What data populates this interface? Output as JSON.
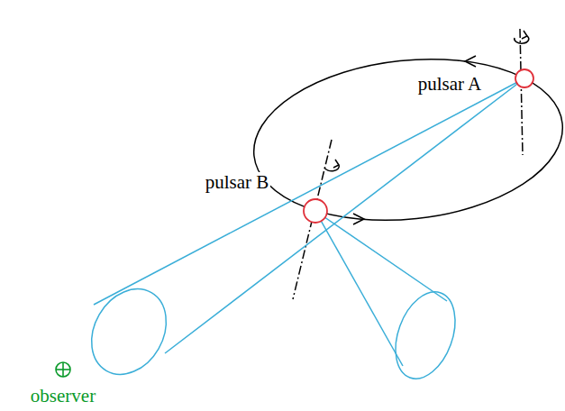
{
  "diagram": {
    "labels": [
      "pulsar A",
      "pulsar B",
      "observer"
    ]
  }
}
